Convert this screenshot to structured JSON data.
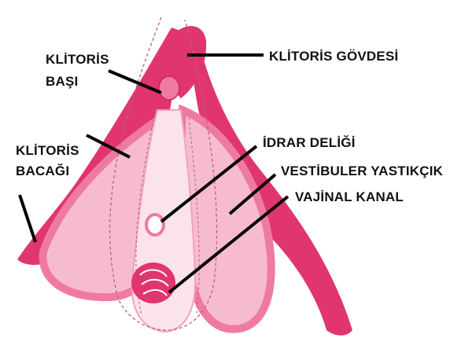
{
  "labels": {
    "clitoris_head_line1": "KLİTORİS",
    "clitoris_head_line2": "BAŞI",
    "clitoris_body": "KLİTORİS GÖVDESİ",
    "clitoris_leg_line1": "KLİTORİS",
    "clitoris_leg_line2": "BACAĞI",
    "urethral_opening": "İDRAR DELİĞİ",
    "vestibular_bulb": "VESTİBULER YASTIKÇIK",
    "vaginal_canal": "VAJİNAL KANAL"
  },
  "colors": {
    "tissue_dark": "#e0356d",
    "tissue_mid": "#ef7aa0",
    "tissue_light": "#f6bccd",
    "tissue_pale": "#fbe3ea",
    "leader_line": "#000000",
    "label_text": "#111111"
  }
}
